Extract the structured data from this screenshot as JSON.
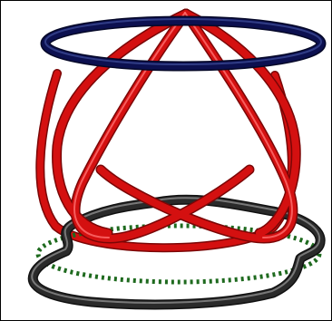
{
  "figure": {
    "colors": {
      "top_ring": "#0c1050",
      "top_ring_highlight": "#4a5aa8",
      "red_curves": "#d41010",
      "red_curves_highlight": "#ff7070",
      "bottom_loop": "#2a2a2a",
      "bottom_loop_highlight": "#9a9a9a",
      "dotted_circle": "#1e6a1e",
      "frame_border": "#000000",
      "background": "#ffffff"
    },
    "elements": [
      {
        "name": "top-ring",
        "style": "tube"
      },
      {
        "name": "red-lobe-curves",
        "style": "tube"
      },
      {
        "name": "bottom-loop",
        "style": "tube"
      },
      {
        "name": "dotted-circle",
        "style": "dotted"
      }
    ]
  }
}
